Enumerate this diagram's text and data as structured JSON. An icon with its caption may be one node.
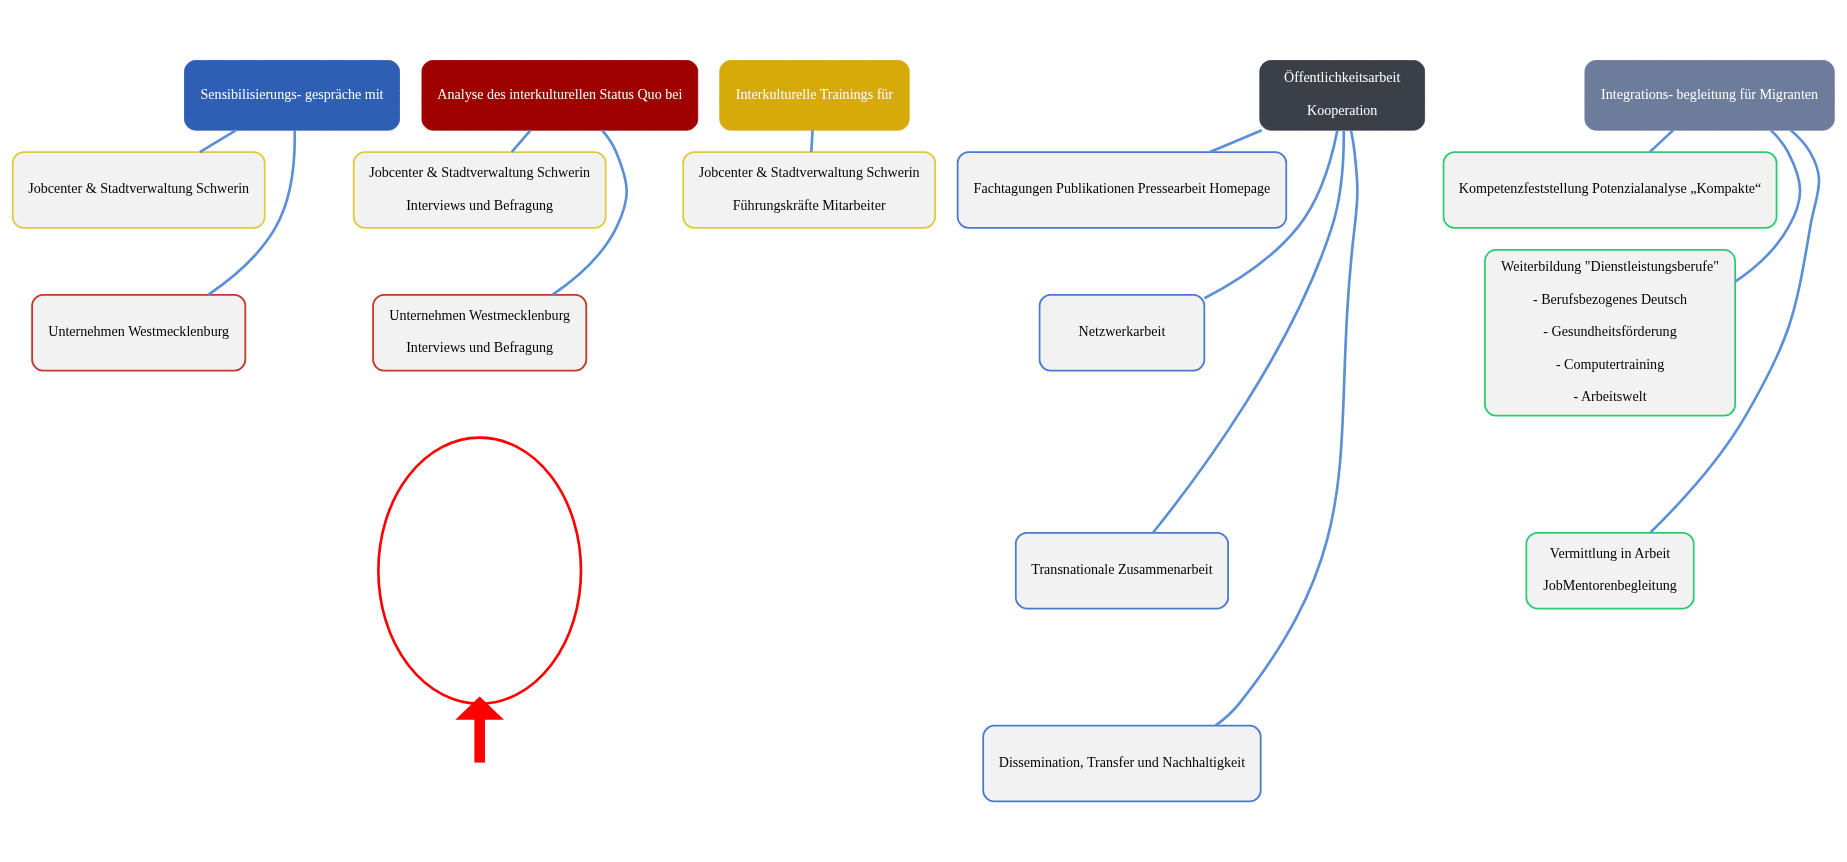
{
  "diagram": {
    "nodes": [
      {
        "text": [
          "Sensibilisierungs- gespräche mit"
        ]
      },
      {
        "text": [
          "Jobcenter & Stadtverwaltung Schwerin"
        ]
      },
      {
        "text": [
          "Unternehmen Westmecklenburg"
        ]
      },
      {
        "text": [
          "Analyse des interkulturellen Status Quo bei"
        ]
      },
      {
        "text": [
          "Jobcenter & Stadtverwaltung Schwerin",
          "Interviews und Befragung"
        ]
      },
      {
        "text": [
          "Unternehmen Westmecklenburg",
          "Interviews und Befragung"
        ]
      },
      {
        "text": [
          "Interkulturelle Trainings für"
        ]
      },
      {
        "text": [
          "Jobcenter & Stadtverwaltung Schwerin",
          "Führungskräfte Mitarbeiter"
        ]
      },
      {
        "text": [
          "Öffentlichkeitsarbeit",
          "Kooperation"
        ]
      },
      {
        "text": [
          "Fachtagungen Publikationen Pressearbeit Homepage"
        ]
      },
      {
        "text": [
          "Netzwerkarbeit"
        ]
      },
      {
        "text": [
          "Transnationale Zusammenarbeit"
        ]
      },
      {
        "text": [
          "Dissemination, Transfer und Nachhaltigkeit"
        ]
      },
      {
        "text": [
          "Integrations- begleitung für Migranten"
        ]
      },
      {
        "text": [
          "Kompetenzfeststellung Potenzialanalyse „Kompakte“"
        ]
      },
      {
        "text": [
          "Weiterbildung \"Dienstleistungsberufe\"",
          "- Berufsbezogenes Deutsch",
          "- Gesundheitsförderung",
          "- Computertraining",
          "- Arbeitswelt"
        ]
      },
      {
        "text": [
          "Vermittlung in Arbeit",
          "JobMentorenbegleitung"
        ]
      },
      {
        "text": [],
        "shape": "circle"
      }
    ],
    "edges": [
      {
        "from": 0,
        "to": 1,
        "arrow": "none"
      },
      {
        "from": 0,
        "to": 2,
        "arrow": "none"
      },
      {
        "from": 3,
        "to": 4,
        "arrow": "none"
      },
      {
        "from": 3,
        "to": 5,
        "arrow": "none"
      },
      {
        "from": 6,
        "to": 7,
        "arrow": "none"
      },
      {
        "from": 8,
        "to": 9,
        "arrow": "none"
      },
      {
        "from": 8,
        "to": 10,
        "arrow": "none"
      },
      {
        "from": 8,
        "to": 11,
        "arrow": "none"
      },
      {
        "from": 8,
        "to": 12,
        "arrow": "none"
      },
      {
        "from": 13,
        "to": 14,
        "arrow": "none"
      },
      {
        "from": 13,
        "to": 15,
        "arrow": "none"
      },
      {
        "from": 13,
        "to": 16,
        "arrow": "none"
      },
      {
        "from": null,
        "to": 17,
        "arrow": "to",
        "style": "thick",
        "color": "#ff0000"
      }
    ]
  }
}
